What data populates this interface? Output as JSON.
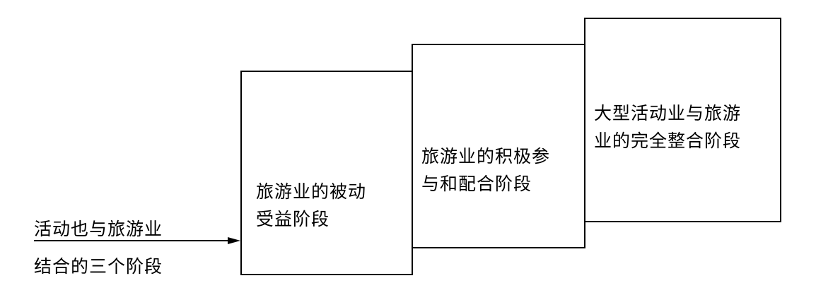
{
  "intro": {
    "line1": "活动也与旅游业",
    "line2": "结合的三个阶段"
  },
  "stages": [
    {
      "line1": "旅游业的被动",
      "line2": "受益阶段"
    },
    {
      "line1": "旅游业的积极参",
      "line2": "与和配合阶段"
    },
    {
      "line1": "大型活动业与旅游",
      "line2": "业的完全整合阶段"
    }
  ],
  "colors": {
    "stroke": "#000000",
    "background": "#ffffff"
  }
}
